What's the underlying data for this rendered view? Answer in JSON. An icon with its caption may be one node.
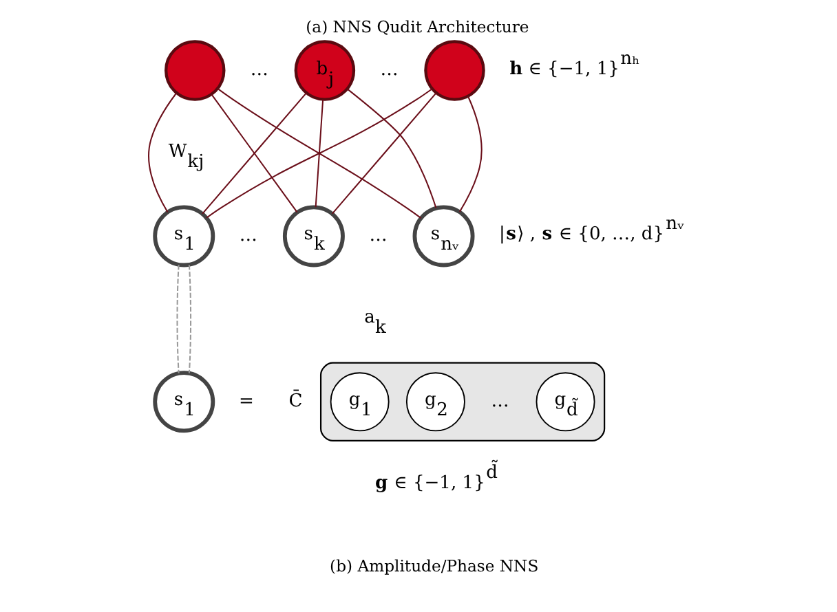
{
  "diagram": {
    "title": "(a) NNS Qudit Architecture",
    "caption": "(b) Amplitude/Phase NNS",
    "nodes": [
      {
        "text": [],
        "shape": "circle"
      },
      {
        "text": [
          "b$_{j}$"
        ]
      },
      {
        "text": [],
        "shape": "circle"
      },
      {
        "text": [
          "s$_{1}$"
        ]
      },
      {
        "text": [
          "s$_{k}$"
        ]
      },
      {
        "text": [
          "s$_{nᵥ}$"
        ]
      },
      {
        "text": [
          "s$_{1}$"
        ]
      },
      {
        "text": [],
        "shape": "box"
      },
      {
        "text": [
          "g$_{1}$"
        ],
        "in": 7
      },
      {
        "text": [
          "g$_{2}$"
        ],
        "in": 7
      },
      {
        "text": [
          "g$_{d̃}$"
        ],
        "in": 7
      }
    ],
    "edges": [
      {
        "from": 0,
        "to": 3,
        "arrow": "none"
      },
      {
        "from": 0,
        "to": 4,
        "arrow": "none"
      },
      {
        "from": 0,
        "to": 5,
        "arrow": "none"
      },
      {
        "from": 1,
        "to": 3,
        "arrow": "none"
      },
      {
        "from": 1,
        "to": 4,
        "arrow": "none"
      },
      {
        "from": 1,
        "to": 5,
        "arrow": "none"
      },
      {
        "from": 2,
        "to": 3,
        "arrow": "none"
      },
      {
        "from": 2,
        "to": 4,
        "arrow": "none"
      },
      {
        "from": 2,
        "to": 5,
        "arrow": "none"
      },
      {
        "from": 3,
        "to": 6,
        "arrow": "none",
        "style": "dashed",
        "color": "#999999"
      },
      {
        "from": 3,
        "to": 6,
        "arrow": "none",
        "style": "dashed",
        "color": "#999999"
      }
    ],
    "labels": [
      "…",
      "…",
      "**h** ∈ {−1, 1}$^{nₕ}$",
      "W$_{kj}$",
      "…",
      "…",
      "|**s**⟩ , **s** ∈ {0, …, d}$^{nᵥ}$",
      "a$_{k}$",
      "=",
      "C̄",
      "…",
      "**g** ∈ {−1, 1}$^{d̃}$"
    ]
  }
}
